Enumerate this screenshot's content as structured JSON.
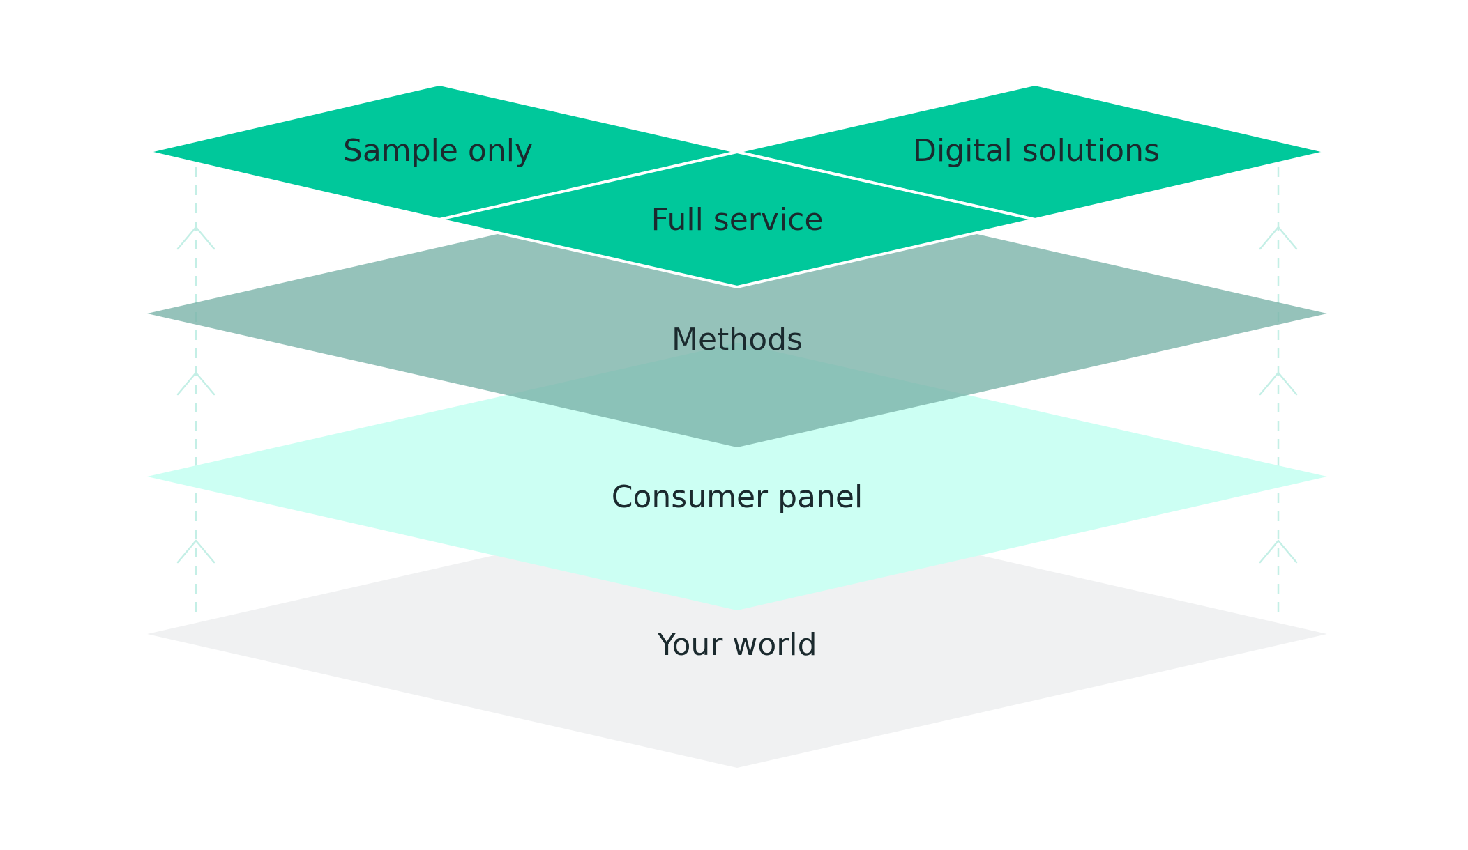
{
  "layers": {
    "your_world": {
      "label": "Your world",
      "color": "#f0f1f2"
    },
    "consumer_panel": {
      "label": "Consumer panel",
      "color": "#ccfff3"
    },
    "methods": {
      "label": "Methods",
      "color": "#7bb3a9"
    },
    "full_service": {
      "label": "Full service",
      "color": "#00c89b"
    },
    "sample_only": {
      "label": "Sample only",
      "color": "#00c89b"
    },
    "digital_solutions": {
      "label": "Digital solutions",
      "color": "#00c89b"
    }
  },
  "connector_color": "#c4efe6",
  "connector_icons": [
    "dashed-arrow-up-icon"
  ]
}
